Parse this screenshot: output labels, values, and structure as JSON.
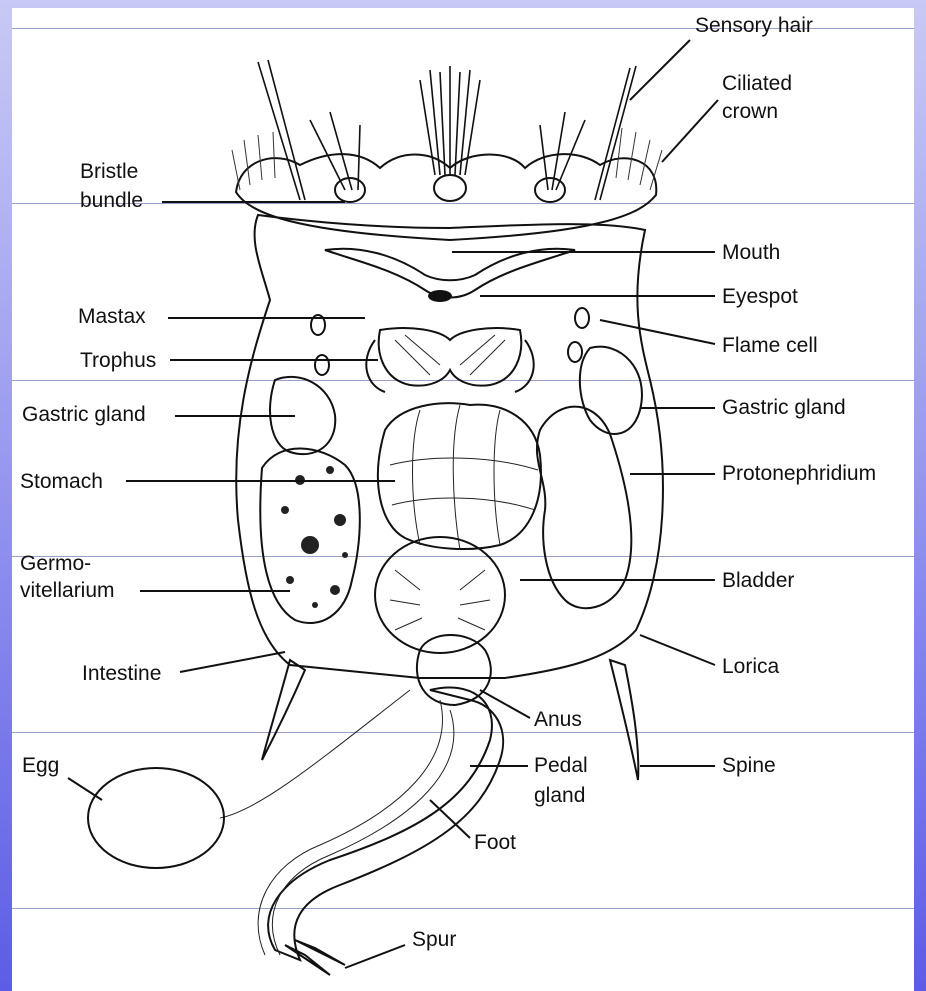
{
  "labels": {
    "sensory_hair": "Sensory hair",
    "ciliated_crown_1": "Ciliated",
    "ciliated_crown_2": "crown",
    "bristle_bundle_1": "Bristle",
    "bristle_bundle_2": "bundle",
    "mouth": "Mouth",
    "eyespot": "Eyespot",
    "mastax": "Mastax",
    "flame_cell": "Flame cell",
    "trophus": "Trophus",
    "gastric_gland_left": "Gastric gland",
    "gastric_gland_right": "Gastric gland",
    "stomach": "Stomach",
    "protonephridium": "Protonephridium",
    "germovitellarium_1": "Germo-",
    "germovitellarium_2": "vitellarium",
    "bladder": "Bladder",
    "intestine": "Intestine",
    "lorica": "Lorica",
    "anus": "Anus",
    "egg": "Egg",
    "pedal_gland_1": "Pedal",
    "pedal_gland_2": "gland",
    "spine": "Spine",
    "foot": "Foot",
    "spur": "Spur"
  }
}
